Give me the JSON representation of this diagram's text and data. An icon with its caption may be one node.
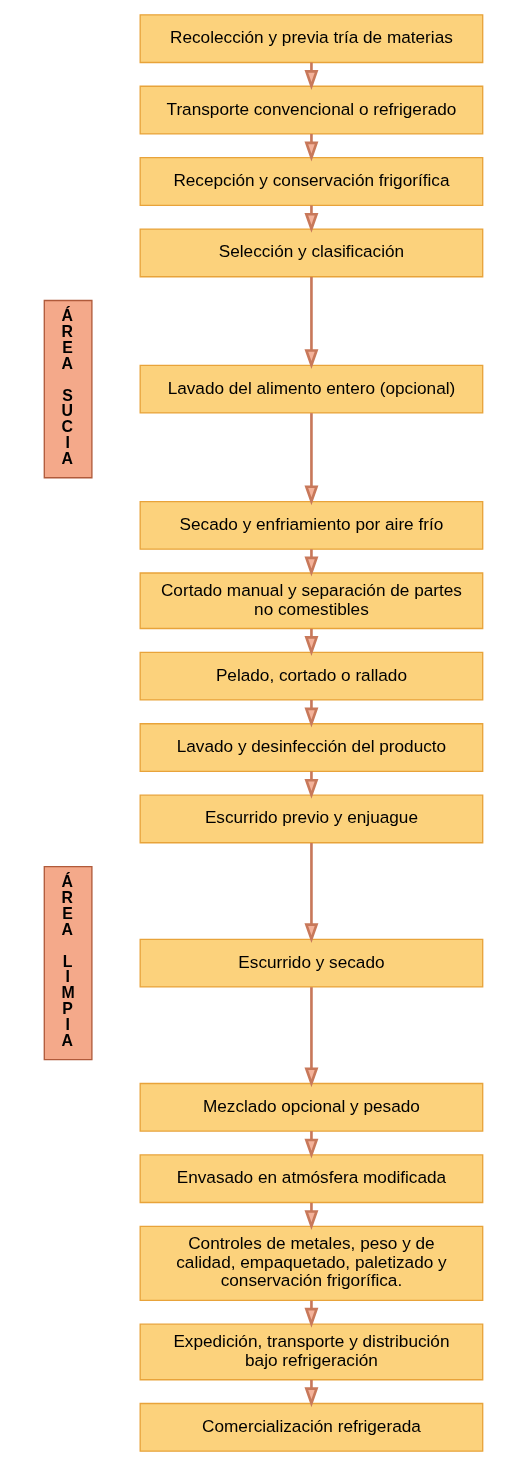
{
  "diagram": {
    "nodes": [
      {
        "text": [
          "Recolección y previa tría de materias"
        ]
      },
      {
        "text": [
          "Transporte convencional o refrigerado"
        ]
      },
      {
        "text": [
          "Recepción y conservación frigorífica"
        ]
      },
      {
        "text": [
          "Selección y clasificación"
        ]
      },
      {
        "text": [
          "Lavado del alimento entero (opcional)"
        ]
      },
      {
        "text": [
          "Secado y enfriamiento por aire frío"
        ]
      },
      {
        "text": [
          "Cortado manual y separación de partes no comestibles"
        ]
      },
      {
        "text": [
          "Pelado, cortado o rallado"
        ]
      },
      {
        "text": [
          "Lavado y desinfección del producto"
        ]
      },
      {
        "text": [
          "Escurrido previo y enjuague"
        ]
      },
      {
        "text": [
          "Escurrido y secado"
        ]
      },
      {
        "text": [
          "Mezclado opcional y pesado"
        ]
      },
      {
        "text": [
          "Envasado en atmósfera modificada"
        ]
      },
      {
        "text": [
          "Controles de metales, peso y de calidad, empaquetado, paletizado y conservación frigorífica."
        ]
      },
      {
        "text": [
          "Expedición, transporte y distribución bajo refrigeración"
        ]
      },
      {
        "text": [
          "Comercialización refrigerada"
        ]
      },
      {
        "text": [
          "ÁREA SUCIA"
        ]
      },
      {
        "text": [
          "ÁREA LIMPIA"
        ]
      }
    ],
    "edges": [
      {
        "from": 0,
        "to": 1,
        "arrow": "to"
      },
      {
        "from": 1,
        "to": 2,
        "arrow": "to"
      },
      {
        "from": 2,
        "to": 3,
        "arrow": "to"
      },
      {
        "from": 3,
        "to": 4,
        "arrow": "to"
      },
      {
        "from": 4,
        "to": 5,
        "arrow": "to"
      },
      {
        "from": 5,
        "to": 6,
        "arrow": "to"
      },
      {
        "from": 6,
        "to": 7,
        "arrow": "to"
      },
      {
        "from": 7,
        "to": 8,
        "arrow": "to"
      },
      {
        "from": 8,
        "to": 9,
        "arrow": "to"
      },
      {
        "from": 9,
        "to": 10,
        "arrow": "to"
      },
      {
        "from": 10,
        "to": 11,
        "arrow": "to"
      },
      {
        "from": 11,
        "to": 12,
        "arrow": "to"
      },
      {
        "from": 12,
        "to": 13,
        "arrow": "to"
      },
      {
        "from": 13,
        "to": 14,
        "arrow": "to"
      },
      {
        "from": 14,
        "to": 15,
        "arrow": "to"
      }
    ]
  }
}
